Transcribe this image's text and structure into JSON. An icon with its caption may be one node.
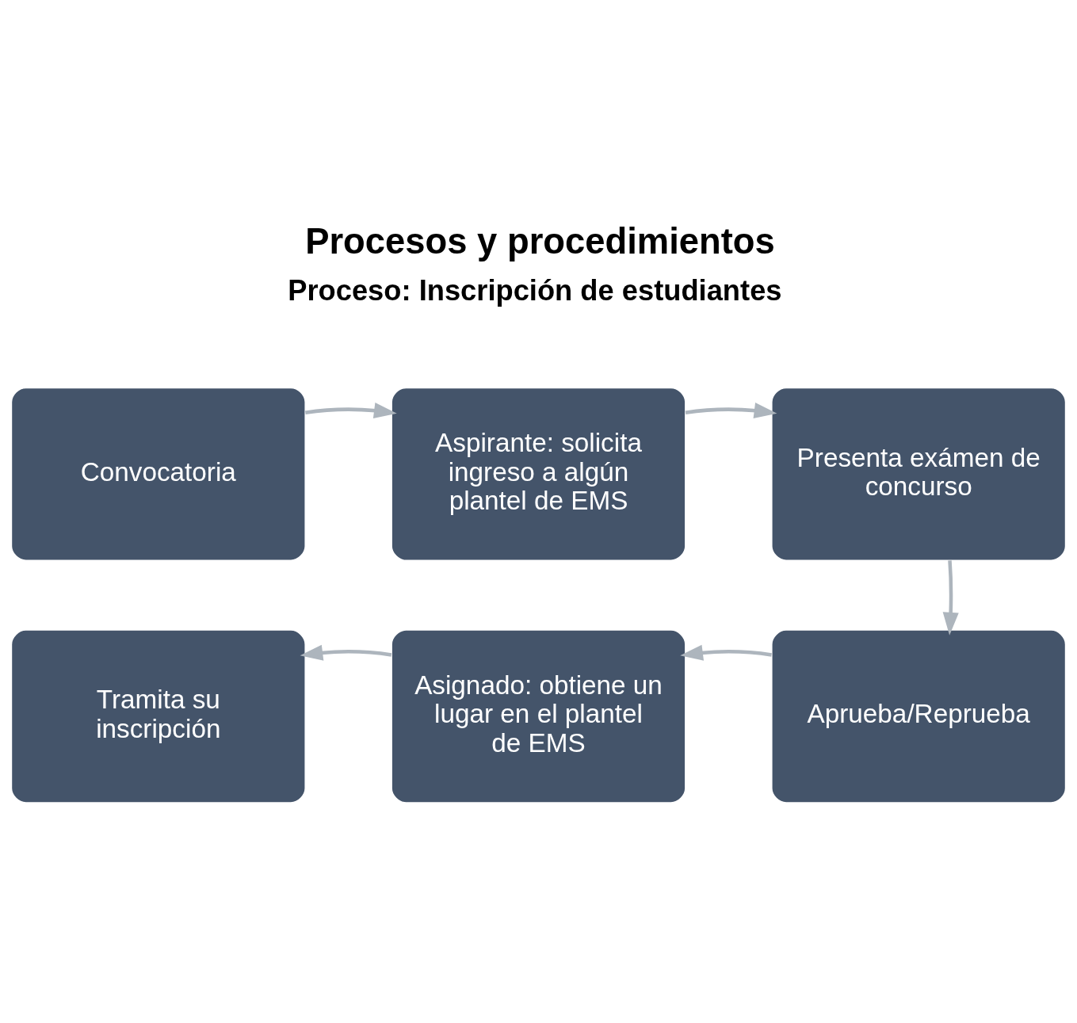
{
  "diagram": {
    "title": "Procesos y procedimientos",
    "nodes": [
      {
        "text": [
          "Convocatoria"
        ]
      },
      {
        "text": [
          "Aspirante: solicita ingreso a algún plantel de EMS"
        ]
      },
      {
        "text": [
          "Presenta exámen de concurso"
        ]
      },
      {
        "text": [
          "Aprueba/Reprueba"
        ]
      },
      {
        "text": [
          "Asignado: obtiene un lugar en el plantel de EMS"
        ]
      },
      {
        "text": [
          "Tramita su inscripción"
        ]
      }
    ],
    "edges": [
      {
        "from": 0,
        "to": 1,
        "arrow": "to"
      },
      {
        "from": 1,
        "to": 2,
        "arrow": "to"
      },
      {
        "from": 2,
        "to": 3,
        "arrow": "to"
      },
      {
        "from": 3,
        "to": 4,
        "arrow": "to"
      },
      {
        "from": 4,
        "to": 5,
        "arrow": "to"
      }
    ],
    "labels": [
      "Proceso: Inscripción de estudiantes"
    ]
  }
}
